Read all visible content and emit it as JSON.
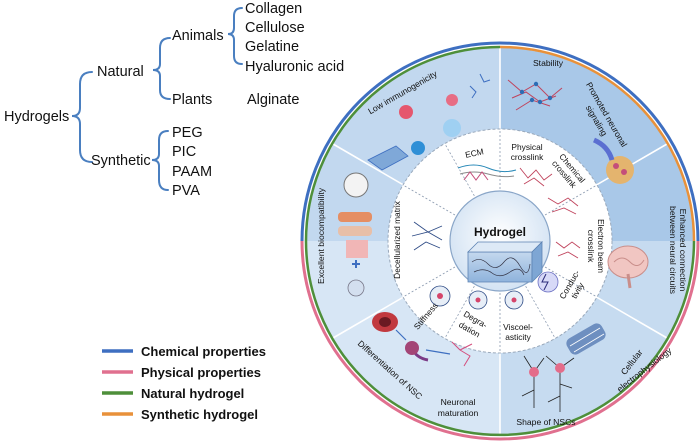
{
  "tree": {
    "root": "Hydrogels",
    "natural": "Natural",
    "synthetic": "Synthetic",
    "animals": "Animals",
    "plants": "Plants",
    "animal_items": [
      "Collagen",
      "Cellulose",
      "Gelatine",
      "Hyaluronic acid"
    ],
    "plant_item": "Alginate",
    "synthetic_items": [
      "PEG",
      "PIC",
      "PAAM",
      "PVA"
    ]
  },
  "center": "Hydrogel",
  "outer_segments": {
    "low_immunogenicity": "Low immunogenicity",
    "stability": "Stability",
    "promoted_signaling_1": "Promoted neuronal",
    "promoted_signaling_2": "signaling",
    "enhanced_1": "Enhanced connection",
    "enhanced_2": "between neural circuits",
    "cellular_1": "Cellular",
    "cellular_2": "electrophysiology",
    "shape_nscs": "Shape of NSCs",
    "neuronal_maturation_1": "Neuronal",
    "neuronal_maturation_2": "maturation",
    "differentiation_nsc": "Differentiation of NSC",
    "excellent_biocompat": "Excellent biocompatibility"
  },
  "inner_segments": {
    "ecm": "ECM",
    "physical_1": "Physical",
    "physical_2": "crosslink",
    "chemical_1": "Chemical",
    "chemical_2": "crosslink",
    "ebeam_1": "Electron beam",
    "ebeam_2": "crosslink",
    "conductivity_1": "Conduc-",
    "conductivity_2": "tivity",
    "viscoelasticity_1": "Viscoel-",
    "viscoelasticity_2": "asticity",
    "degradation_1": "Degra-",
    "degradation_2": "dation",
    "stiffness": "Stiffness",
    "decell": "Decellularized matrix"
  },
  "legend": [
    {
      "label": "Chemical properties",
      "color": "#3e6fc1"
    },
    {
      "label": "Physical properties",
      "color": "#e0708f"
    },
    {
      "label": "Natural hydrogel",
      "color": "#4e8f3a"
    },
    {
      "label": "Synthetic hydrogel",
      "color": "#e8913a"
    }
  ],
  "colors": {
    "blue_dark": "#9fc0e3",
    "blue_light": "#d7e6f5",
    "ring_bg": "#dbe8f6",
    "brace": "#4a7fc0"
  }
}
